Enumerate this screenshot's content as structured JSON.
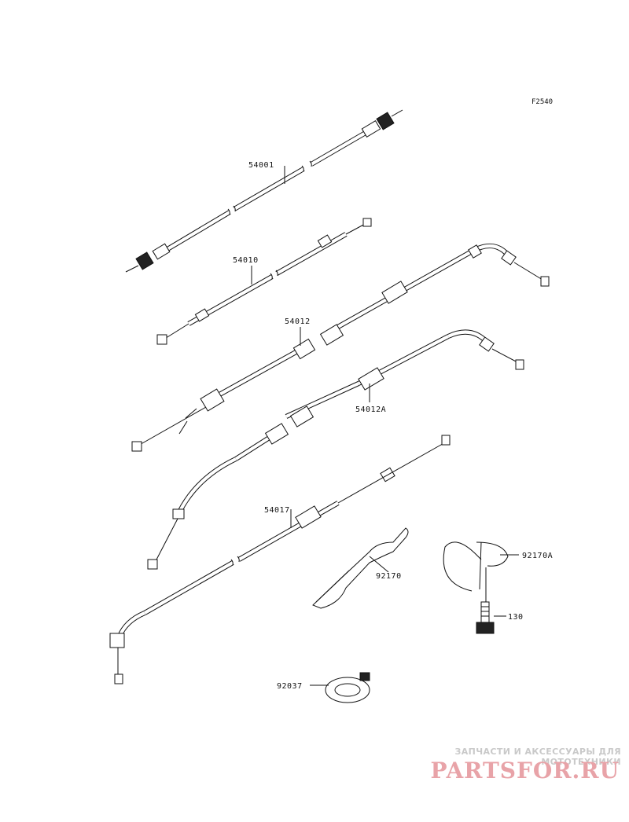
{
  "figure": {
    "code": "F2540"
  },
  "parts": {
    "p54001": "54001",
    "p54010": "54010",
    "p54012": "54012",
    "p54012a": "54012A",
    "p54017": "54017",
    "p92170": "92170",
    "p92170a": "92170A",
    "p130": "130",
    "p92037": "92037"
  },
  "watermark": {
    "tagline": "ЗАПЧАСТИ И АКСЕССУАРЫ ДЛЯ МОТОТЕХНИКИ",
    "logo": "PARTSFOR.RU",
    "color": "#e8a3a8"
  }
}
